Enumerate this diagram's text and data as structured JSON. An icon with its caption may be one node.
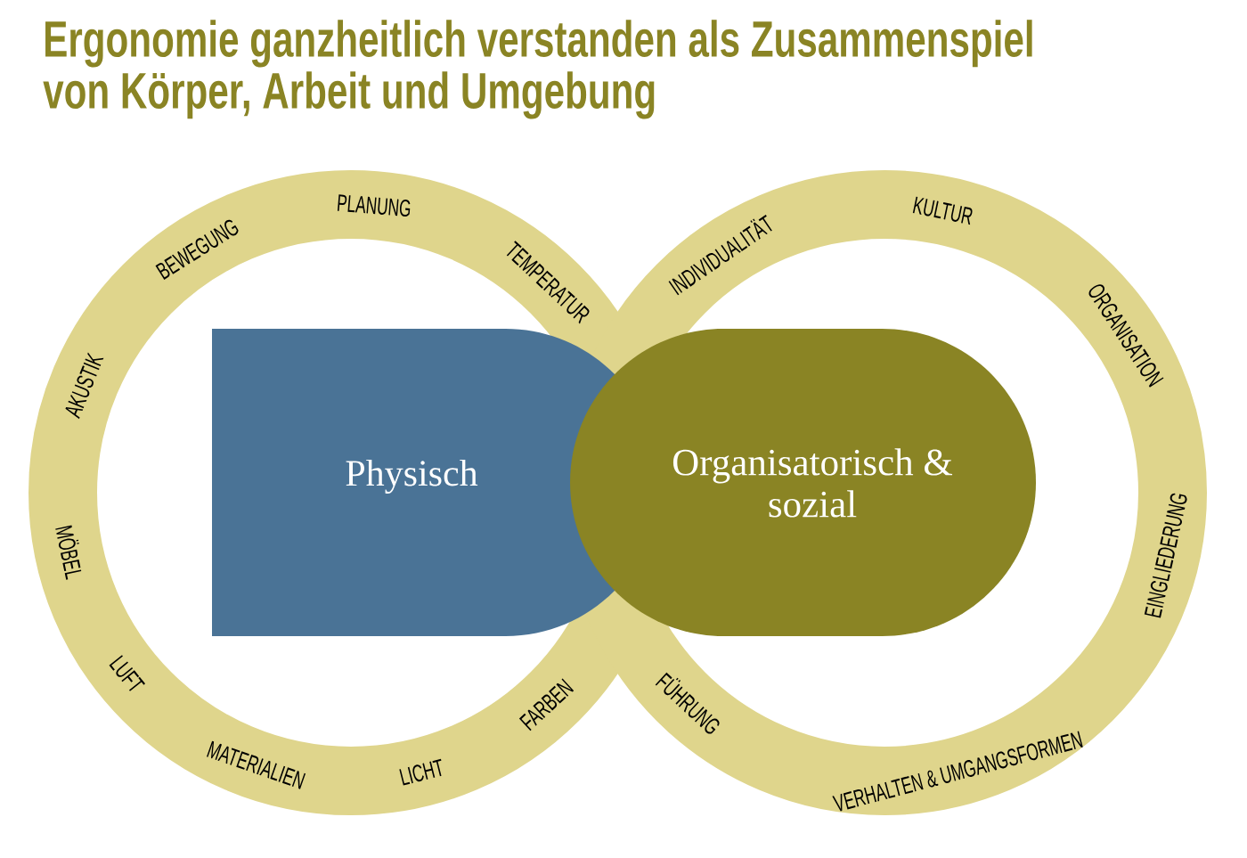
{
  "diagram": {
    "title": "Ergonomie ganzheitlich verstanden als Zusammenspiel von Körper, Arbeit und Umgebung",
    "nodes": [
      {
        "text": [
          "PLANUNG",
          "BEWEGUNG",
          "TEMPERATUR",
          "AKUSTIK",
          "MÖBEL",
          "LUFT",
          "FARBEN",
          "MATERIALIEN",
          "LICHT"
        ]
      },
      {
        "text": [
          "Physisch"
        ],
        "in": 0
      },
      {
        "text": [
          "KULTUR",
          "INDIVIDUALITÄT",
          "ORGANISATION",
          "EINGLIEDERUNG",
          "FÜHRUNG",
          "VERHALTEN & UMGANGSFORMEN"
        ]
      },
      {
        "text": [
          "Organisatorisch & sozial"
        ],
        "in": 2
      }
    ]
  }
}
